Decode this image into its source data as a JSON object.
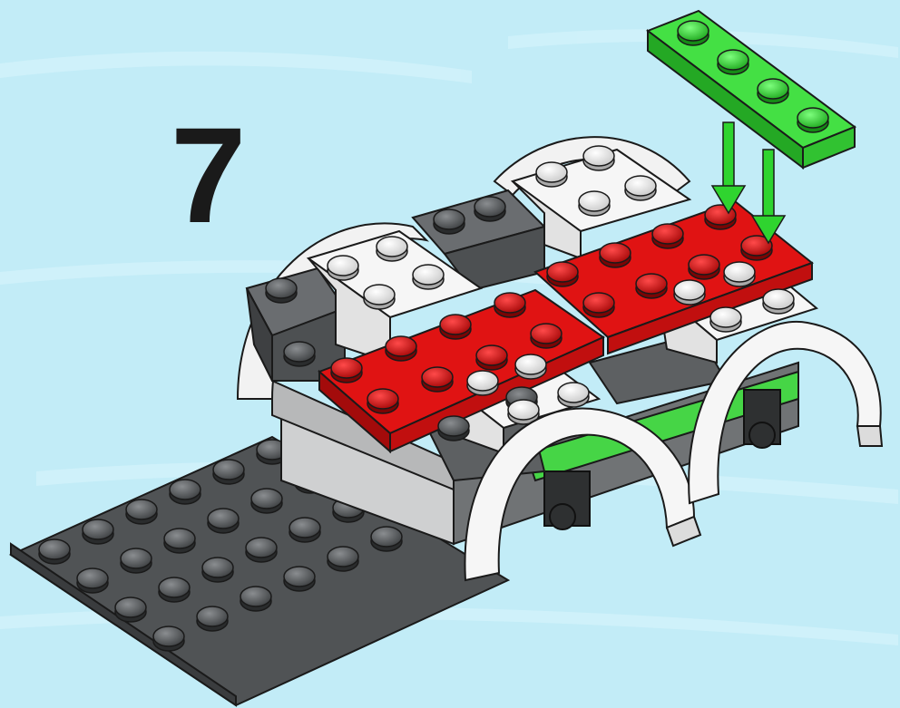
{
  "instruction_step": {
    "step_number": "7"
  },
  "colors": {
    "background": "#c2ecf7",
    "dark_gray_brick": "#5d6062",
    "white_brick": "#f4f4f4",
    "red_brick": "#e01313",
    "green_plate": "#3fe23f",
    "arrow_green": "#2fd42f",
    "light_gray_brick": "#cfd0d1"
  },
  "parts": {
    "new_part": "green-1x4-plate",
    "arrow_count": 2
  }
}
